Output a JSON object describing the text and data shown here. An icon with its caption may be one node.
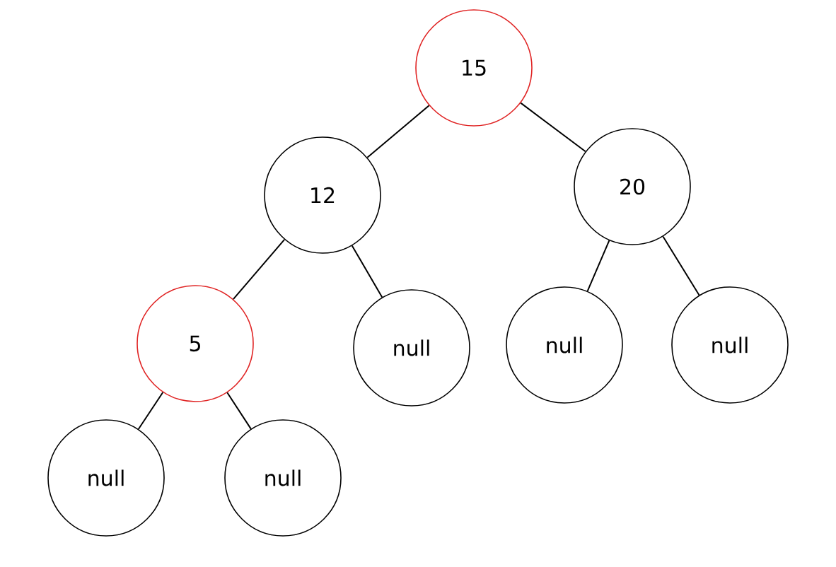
{
  "diagram": {
    "nodes": [
      {
        "text": [
          "15"
        ]
      },
      {
        "text": [
          "12"
        ]
      },
      {
        "text": [
          "20"
        ]
      },
      {
        "text": [
          "5"
        ]
      },
      {
        "text": [
          "null"
        ]
      },
      {
        "text": [
          "null"
        ]
      },
      {
        "text": [
          "null"
        ]
      },
      {
        "text": [
          "null"
        ]
      },
      {
        "text": [
          "null"
        ]
      }
    ],
    "edges": [
      {
        "from": 0,
        "to": 1,
        "arrow": "none"
      },
      {
        "from": 0,
        "to": 2,
        "arrow": "none"
      },
      {
        "from": 1,
        "to": 3,
        "arrow": "none"
      },
      {
        "from": 1,
        "to": 4,
        "arrow": "none"
      },
      {
        "from": 2,
        "to": 5,
        "arrow": "none"
      },
      {
        "from": 2,
        "to": 6,
        "arrow": "none"
      },
      {
        "from": 3,
        "to": 7,
        "arrow": "none"
      },
      {
        "from": 3,
        "to": 8,
        "arrow": "none"
      }
    ]
  }
}
